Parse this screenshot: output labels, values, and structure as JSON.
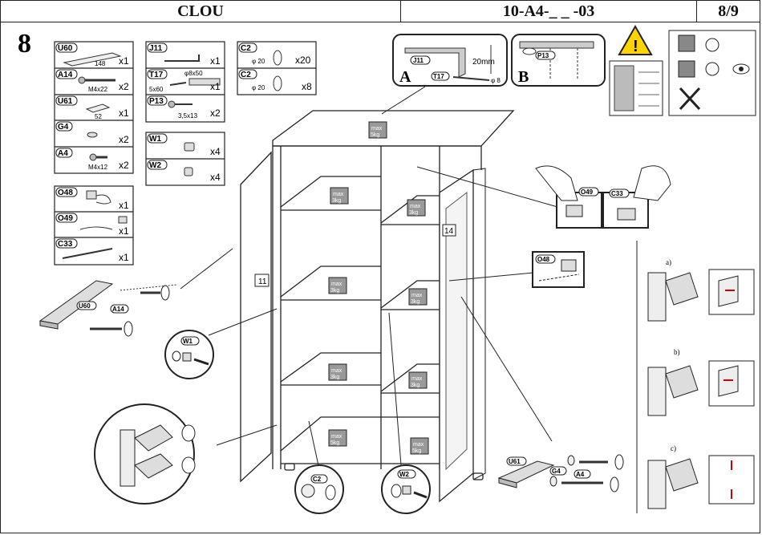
{
  "header": {
    "product": "CLOU",
    "code": "10-A4-_ _ -03",
    "page": "8/9"
  },
  "step": "8",
  "parts": [
    {
      "code": "U60",
      "sub": "148",
      "qty": "x1"
    },
    {
      "code": "A14",
      "sub": "M4x22",
      "qty": "x2"
    },
    {
      "code": "U61",
      "sub": "52",
      "qty": "x1"
    },
    {
      "code": "G4",
      "sub": "",
      "qty": "x2"
    },
    {
      "code": "A4",
      "sub": "M4x12",
      "qty": "x2"
    },
    {
      "code": "J11",
      "sub": "",
      "qty": "x1"
    },
    {
      "code": "T17",
      "sub": "φ8x50",
      "sub2": "5x60",
      "qty": "x1"
    },
    {
      "code": "P13",
      "sub": "3,5x13",
      "qty": "x2"
    },
    {
      "code": "C2",
      "sub": "φ 20",
      "qty": "x20"
    },
    {
      "code": "C2",
      "sub": "φ 20",
      "qty": "x8"
    },
    {
      "code": "W1",
      "sub": "",
      "qty": "x4"
    },
    {
      "code": "W2",
      "sub": "",
      "qty": "x4"
    },
    {
      "code": "O48",
      "qty": "x1"
    },
    {
      "code": "O49",
      "qty": "x1"
    },
    {
      "code": "C33",
      "qty": "x1"
    }
  ],
  "detail_a": {
    "letter": "A",
    "j11": "J11",
    "t17": "T17",
    "dim": "20mm",
    "dia": "φ 8"
  },
  "detail_b": {
    "letter": "B",
    "p13": "P13"
  },
  "load": {
    "max": "max",
    "top": "5kg",
    "shelf": "3kg"
  },
  "panels": {
    "left": "11",
    "right": "14"
  },
  "callouts": {
    "u60": "U60",
    "a14": "A14",
    "w1": "W1",
    "c2": "C2",
    "w2": "W2",
    "o48": "O48",
    "o49": "O49",
    "c33": "C33",
    "u61": "U61",
    "g4": "G4",
    "a4": "A4"
  },
  "hinge_steps": {
    "a": "a)",
    "b": "b)",
    "c": "c)"
  }
}
